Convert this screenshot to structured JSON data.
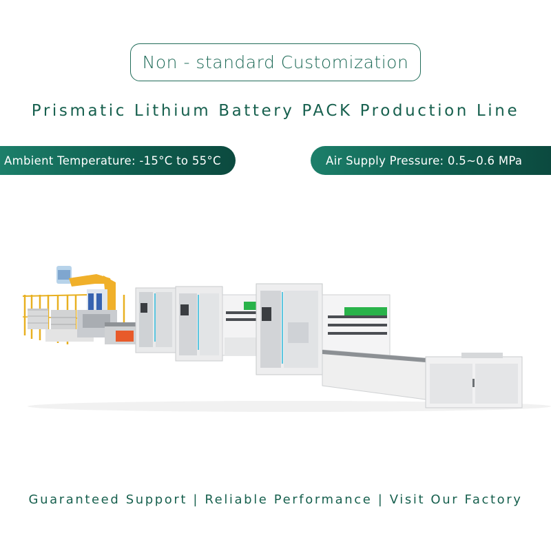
{
  "badge": {
    "text": "Non - standard Customization"
  },
  "headline": {
    "text": "Prismatic Lithium Battery PACK Production Line"
  },
  "spec_pills": {
    "temperature": "Ambient Temperature: -15°C to 55°C",
    "air_pressure": "Air Supply Pressure: 0.5~0.6 MPa"
  },
  "footer": {
    "text": "Guaranteed Support | Reliable Performance | Visit Our Factory"
  },
  "colors": {
    "brand_green": "#17604e",
    "pill_gradient_start": "#1c7f6a",
    "pill_gradient_end": "#0c4a3f",
    "robot_yellow": "#f0b02a",
    "machine_accent_green": "#29b34a"
  }
}
